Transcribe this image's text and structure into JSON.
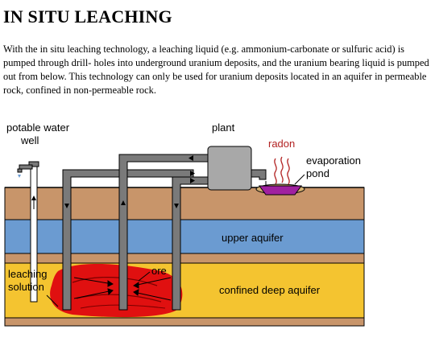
{
  "title": "IN SITU LEACHING",
  "paragraph": "With the in situ leaching technology, a leaching liquid (e.g. ammonium-carbonate or sulfuric acid) is pumped through drill- holes into underground uranium deposits, and the uranium bearing liquid is pumped out from below. This technology can only be used for uranium deposits located in an aquifer in permeable rock, confined in non-permeable rock.",
  "diagram": {
    "labels": {
      "well_line1": "potable water",
      "well_line2": "well",
      "plant": "plant",
      "radon": "radon",
      "pond_line1": "evaporation",
      "pond_line2": "pond",
      "upper_aquifer": "upper aquifer",
      "deep_aquifer": "confined deep aquifer",
      "leaching_line1": "leaching",
      "leaching_line2": "solution",
      "ore": "ore"
    },
    "colors": {
      "topsoil": "#c8956a",
      "upper_aquifer": "#6b9bd1",
      "confined_layer": "#c8956a",
      "deep_aquifer": "#f4c430",
      "pipe": "#7a7a7a",
      "plant": "#a8a8a8",
      "pond": "#a020a0",
      "radon": "#b22222",
      "leach_zone": "#e01010"
    }
  }
}
